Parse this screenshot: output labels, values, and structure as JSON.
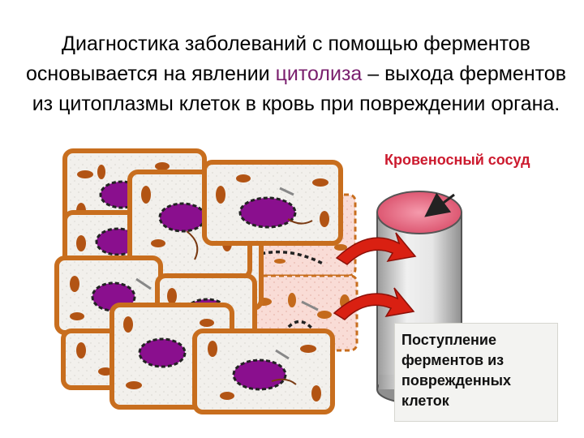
{
  "title": {
    "part1": "Диагностика заболеваний с помощью ферментов основывается на явлении ",
    "highlight": "цитолиза",
    "part2": " – выхода ферментов из цитоплазмы клеток в кровь при повреждении органа."
  },
  "vessel_label": "Кровеносный сосуд",
  "callout_text": "Поступление ферментов из поврежденных клеток",
  "colors": {
    "cell_border": "#c86e1e",
    "cell_fill": "#f2f0ec",
    "nucleus": "#8a0f8e",
    "organelle": "#b25414",
    "damaged_fill": "#f9dcd6",
    "vessel_top": "#e8607a",
    "arrow": "#d92012",
    "highlight_text": "#7a1f6e",
    "vessel_label_text": "#cc1a2e"
  },
  "icons": [
    "vessel-cylinder",
    "enzyme-flow-arrow",
    "pointer-arrow"
  ]
}
